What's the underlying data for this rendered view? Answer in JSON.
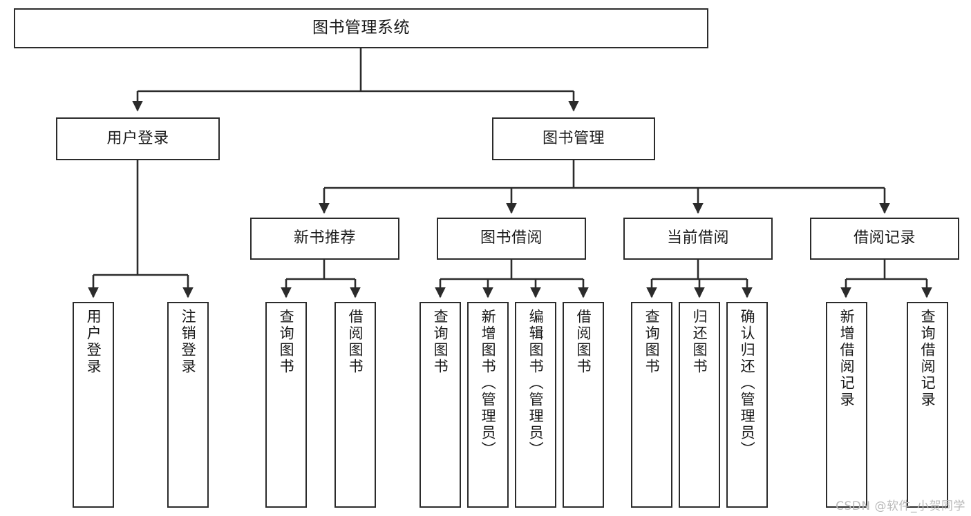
{
  "diagram": {
    "title": "图书管理系统",
    "type": "tree-hierarchy-diagram",
    "watermark": "CSDN @软件_小贺同学",
    "colors": {
      "box_border": "#2b2b2b",
      "box_fill": "#ffffff",
      "edge": "#2b2b2b",
      "text": "#1a1a1a",
      "watermark": "#b9b9b9",
      "background": "#ffffff"
    },
    "nodes": {
      "root": {
        "label": "图书管理系统"
      },
      "level2": [
        {
          "label": "用户登录"
        },
        {
          "label": "图书管理"
        }
      ],
      "level3": [
        {
          "label": "新书推荐"
        },
        {
          "label": "图书借阅"
        },
        {
          "label": "当前借阅"
        },
        {
          "label": "借阅记录"
        }
      ],
      "leaves": {
        "user_login": [
          {
            "label": "用户登录"
          },
          {
            "label": "注销登录"
          }
        ],
        "new_book_recommend": [
          {
            "label": "查询图书"
          },
          {
            "label": "借阅图书"
          }
        ],
        "book_borrow": [
          {
            "label": "查询图书"
          },
          {
            "label": "新增图书（管理员）"
          },
          {
            "label": "编辑图书（管理员）"
          },
          {
            "label": "借阅图书"
          }
        ],
        "current_borrow": [
          {
            "label": "查询图书"
          },
          {
            "label": "归还图书"
          },
          {
            "label": "确认归还（管理员）"
          }
        ],
        "borrow_record": [
          {
            "label": "新增借阅记录"
          },
          {
            "label": "查询借阅记录"
          }
        ]
      }
    }
  }
}
